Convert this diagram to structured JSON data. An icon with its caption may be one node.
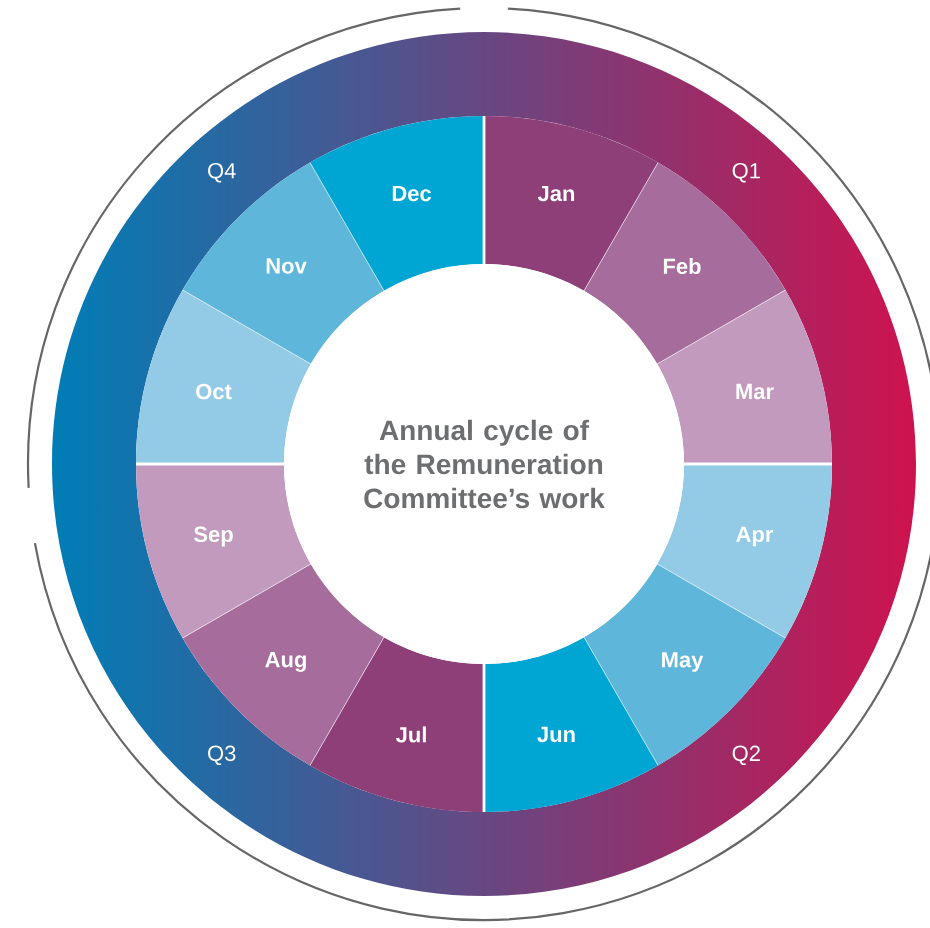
{
  "diagram": {
    "nodes": [
      {
        "text": [
          "Jan"
        ]
      },
      {
        "text": [
          "Feb"
        ]
      },
      {
        "text": [
          "Mar"
        ]
      },
      {
        "text": [
          "Apr"
        ]
      },
      {
        "text": [
          "May"
        ]
      },
      {
        "text": [
          "Jun"
        ]
      },
      {
        "text": [
          "Jul"
        ]
      },
      {
        "text": [
          "Aug"
        ]
      },
      {
        "text": [
          "Sep"
        ]
      },
      {
        "text": [
          "Oct"
        ]
      },
      {
        "text": [
          "Nov"
        ]
      },
      {
        "text": [
          "Dec"
        ]
      },
      {
        "text": [
          "Annual cycle of the Remuneration Committee’s work"
        ]
      }
    ],
    "labels": [
      "Q4",
      "Q1",
      "Q3",
      "Q2"
    ]
  }
}
